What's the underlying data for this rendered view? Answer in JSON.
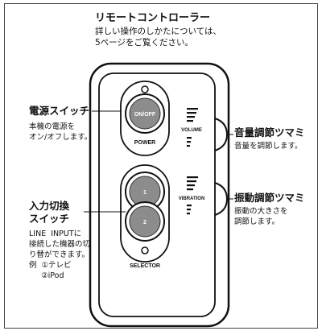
{
  "title": "リモートコントローラー",
  "intro": [
    "詳しい操作のしかたについては、",
    "5ページをご覧ください。"
  ],
  "device": {
    "onoff_label": "ON/OFF",
    "power_label": "POWER",
    "volume_label": "VOLUME",
    "vibration_label": "VIBRATION",
    "btn1_label": "1",
    "btn2_label": "2",
    "selector_label": "SELECTOR"
  },
  "callouts": {
    "power_switch": {
      "title": "電源スイッチ",
      "desc": [
        "本機の電源を",
        "オン/オフします。"
      ]
    },
    "volume_knob": {
      "title": "音量調節ツマミ",
      "desc": [
        "音量を調節します。"
      ]
    },
    "vibration_knob": {
      "title": "振動調節ツマミ",
      "desc": [
        "振動の大きさを",
        "調節します。"
      ]
    },
    "input_switch": {
      "title": [
        "入力切換",
        "スイッチ"
      ],
      "desc": [
        "LINE  INPUTに",
        "接続した機器の切",
        "り替ができます。",
        "例  ①テレビ",
        "     ②iPod"
      ]
    }
  }
}
